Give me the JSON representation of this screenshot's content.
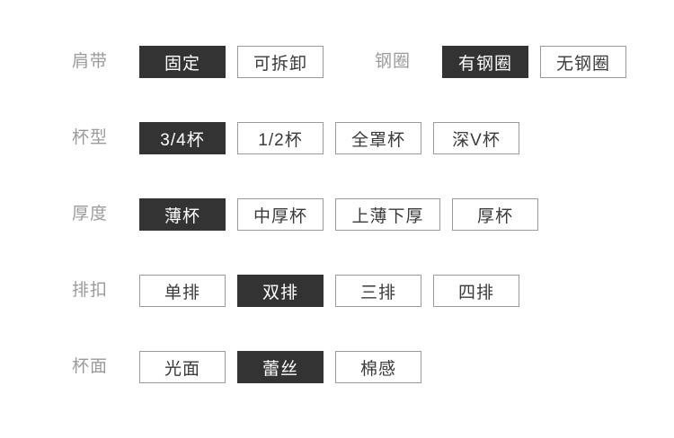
{
  "panel": {
    "name": "product-attribute-filter",
    "accent_selected_bg": "#333333",
    "accent_selected_text": "#ffffff",
    "chip_border": "#9a9a9a",
    "chip_text": "#3a3a3a",
    "label_text": "#9b9b9b",
    "background": "#ffffff"
  },
  "groups": [
    {
      "label": "肩带",
      "options": [
        {
          "label": "固定",
          "selected": true
        },
        {
          "label": "可拆卸",
          "selected": false
        }
      ]
    },
    {
      "label": "钢圈",
      "options": [
        {
          "label": "有钢圈",
          "selected": true
        },
        {
          "label": "无钢圈",
          "selected": false
        }
      ]
    },
    {
      "label": "杯型",
      "options": [
        {
          "label": "3/4杯",
          "selected": true
        },
        {
          "label": "1/2杯",
          "selected": false
        },
        {
          "label": "全罩杯",
          "selected": false
        },
        {
          "label": "深V杯",
          "selected": false
        }
      ]
    },
    {
      "label": "厚度",
      "options": [
        {
          "label": "薄杯",
          "selected": true
        },
        {
          "label": "中厚杯",
          "selected": false
        },
        {
          "label": "上薄下厚",
          "selected": false,
          "wide": true
        },
        {
          "label": "厚杯",
          "selected": false
        }
      ]
    },
    {
      "label": "排扣",
      "options": [
        {
          "label": "单排",
          "selected": false
        },
        {
          "label": "双排",
          "selected": true
        },
        {
          "label": "三排",
          "selected": false
        },
        {
          "label": "四排",
          "selected": false
        }
      ]
    },
    {
      "label": "杯面",
      "options": [
        {
          "label": "光面",
          "selected": false
        },
        {
          "label": "蕾丝",
          "selected": true
        },
        {
          "label": "棉感",
          "selected": false
        }
      ]
    }
  ]
}
